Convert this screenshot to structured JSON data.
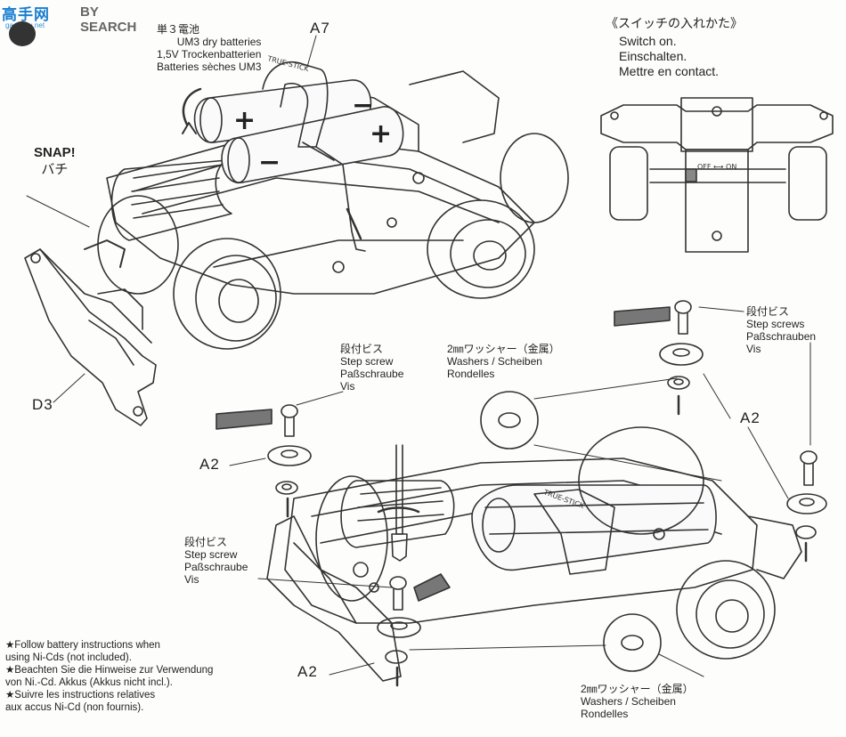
{
  "watermark": {
    "logo": "高手网",
    "search": "BY SEARCH",
    "url": "gaoshou.net"
  },
  "batteries": {
    "title": "単３電池",
    "lines": [
      "UM3 dry batteries",
      "1,5V Trockenbatterien",
      "Batteries sèches UM3"
    ]
  },
  "parts": {
    "a7": "A7",
    "d3": "D3",
    "a2_left": "A2",
    "a2_right": "A2",
    "a2_bottom": "A2"
  },
  "snap": {
    "en": "SNAP!",
    "ja": "バチ"
  },
  "switch": {
    "title": "《スイッチの入れかた》",
    "lines": [
      "Switch on.",
      "Einschalten.",
      "Mettre en contact."
    ],
    "off_on": "OFF ⟷ ON"
  },
  "step_screw_right": {
    "title": "段付ビス",
    "lines": [
      "Step screws",
      "Paßschrauben",
      "Vis"
    ]
  },
  "step_screw_mid": {
    "title": "段付ビス",
    "lines": [
      "Step screw",
      "Paßschraube",
      "Vis"
    ]
  },
  "step_screw_lower": {
    "title": "段付ビス",
    "lines": [
      "Step screw",
      "Paßschraube",
      "Vis"
    ]
  },
  "washers_top": {
    "title": "2㎜ワッシャー（金属）",
    "lines": [
      "Washers / Scheiben",
      "Rondelles"
    ]
  },
  "washers_bottom": {
    "title": "2㎜ワッシャー（金属）",
    "lines": [
      "Washers / Scheiben",
      "Rondelles"
    ]
  },
  "notes": [
    "★Follow battery instructions when",
    "   using Ni-Cds (not included).",
    "★Beachten Sie die Hinweise zur Verwendung",
    "   von Ni.-Cd. Akkus (Akkus nicht incl.).",
    "★Suivre les instructions relatives",
    "   aux accus Ni-Cd (non fournis)."
  ],
  "battery_marks": {
    "plus": "+",
    "minus": "−"
  },
  "clip_text": "TRUE-STICK"
}
